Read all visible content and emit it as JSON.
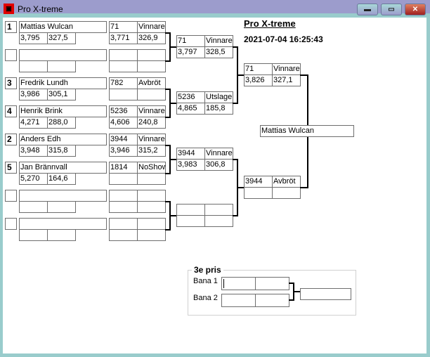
{
  "window": {
    "title": "Pro X-treme",
    "icon": "app-icon",
    "buttons": [
      "minimize",
      "maximize",
      "close"
    ]
  },
  "colors": {
    "titlebar": "#9c9ccc",
    "frame": "#99cccc",
    "connector": "#000000",
    "cell_border": "#6e6e6e"
  },
  "header": {
    "title": "Pro X-treme",
    "datetime": "2021-07-04 16:25:43"
  },
  "round1": [
    {
      "seed": "1",
      "name": "Mattias Wulcan",
      "v1": "3,795",
      "v2": "327,5",
      "r1": "71",
      "r2": "Vinnare",
      "r3": "3,771",
      "r4": "326,9"
    },
    {
      "seed": "",
      "name": "",
      "v1": "",
      "v2": "",
      "r1": "",
      "r2": "",
      "r3": "",
      "r4": ""
    },
    {
      "seed": "3",
      "name": "Fredrik  Lundh",
      "v1": "3,986",
      "v2": "305,1",
      "r1": "782",
      "r2": "Avbröt",
      "r3": "",
      "r4": ""
    },
    {
      "seed": "4",
      "name": "Henrik Brink",
      "v1": "4,271",
      "v2": "288,0",
      "r1": "5236",
      "r2": "Vinnare",
      "r3": "4,606",
      "r4": "240,8"
    },
    {
      "seed": "2",
      "name": "Anders Edh",
      "v1": "3,948",
      "v2": "315,8",
      "r1": "3944",
      "r2": "Vinnare",
      "r3": "3,946",
      "r4": "315,2"
    },
    {
      "seed": "5",
      "name": "Jan Brännvall",
      "v1": "5,270",
      "v2": "164,6",
      "r1": "1814",
      "r2": "NoShow",
      "r3": "",
      "r4": ""
    },
    {
      "seed": "",
      "name": "",
      "v1": "",
      "v2": "",
      "r1": "",
      "r2": "",
      "r3": "",
      "r4": ""
    },
    {
      "seed": "",
      "name": "",
      "v1": "",
      "v2": "",
      "r1": "",
      "r2": "",
      "r3": "",
      "r4": ""
    }
  ],
  "round2": [
    {
      "r1": "71",
      "r2": "Vinnare",
      "r3": "3,797",
      "r4": "328,5"
    },
    {
      "r1": "5236",
      "r2": "Utslagen",
      "r3": "4,865",
      "r4": "185,8"
    },
    {
      "r1": "3944",
      "r2": "Vinnare",
      "r3": "3,983",
      "r4": "306,8"
    },
    {
      "r1": "",
      "r2": "",
      "r3": "",
      "r4": ""
    }
  ],
  "round3": [
    {
      "r1": "71",
      "r2": "Vinnare",
      "r3": "3,826",
      "r4": "327,1"
    },
    {
      "r1": "3944",
      "r2": "Avbröt",
      "r3": "",
      "r4": ""
    }
  ],
  "final": {
    "winner": "Mattias Wulcan"
  },
  "third_place": {
    "title": "3e pris",
    "lane1_label": "Bana 1",
    "lane2_label": "Bana 2",
    "lane1": [
      "",
      ""
    ],
    "lane2": [
      "",
      ""
    ],
    "winner": ""
  }
}
